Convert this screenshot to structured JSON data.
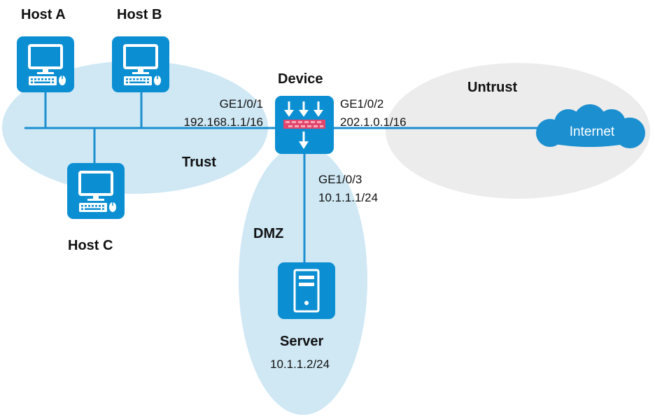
{
  "hosts": {
    "a": "Host A",
    "b": "Host B",
    "c": "Host C"
  },
  "device": {
    "label": "Device"
  },
  "interfaces": {
    "ge1": {
      "name": "GE1/0/1",
      "ip": "192.168.1.1/16"
    },
    "ge2": {
      "name": "GE1/0/2",
      "ip": "202.1.0.1/16"
    },
    "ge3": {
      "name": "GE1/0/3",
      "ip": "10.1.1.1/24"
    }
  },
  "zones": {
    "trust": "Trust",
    "untrust": "Untrust",
    "dmz": "DMZ"
  },
  "server": {
    "label": "Server",
    "ip": "10.1.1.2/24"
  },
  "internet": {
    "label": "Internet"
  },
  "icons": {
    "host": "desktop-computer-icon",
    "device": "firewall-icon",
    "server": "server-icon",
    "internet": "cloud-icon"
  },
  "colors": {
    "icon_blue": "#0b8ed2",
    "link_blue": "#1b8fd0",
    "zone_blue": "#cfe8f4",
    "zone_gray": "#ececec",
    "firewall_red": "#e2466c"
  }
}
